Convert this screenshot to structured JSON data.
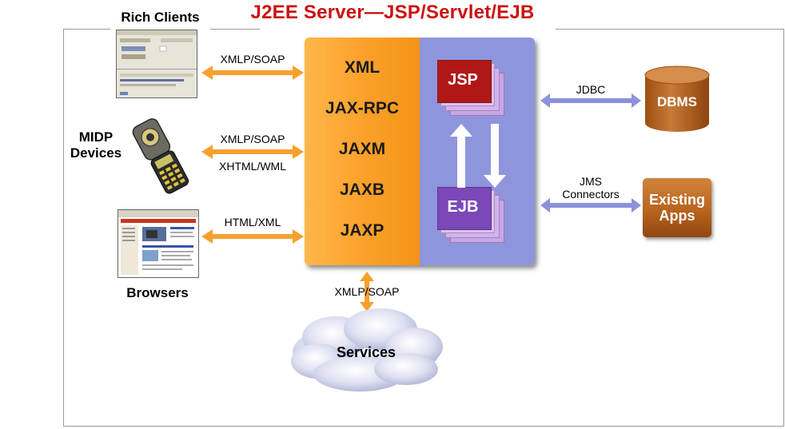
{
  "title": "J2EE Server—JSP/Servlet/EJB",
  "clients": {
    "rich_clients": "Rich Clients",
    "midp_line1": "MIDP",
    "midp_line2": "Devices",
    "browsers": "Browsers"
  },
  "protocols": {
    "rich": "XMLP/SOAP",
    "midp_top": "XMLP/SOAP",
    "midp_bottom": "XHTML/WML",
    "browser": "HTML/XML",
    "services": "XMLP/SOAP",
    "jdbc": "JDBC",
    "jms_line1": "JMS",
    "jms_line2": "Connectors"
  },
  "server": {
    "apis": [
      "XML",
      "JAX-RPC",
      "JAXM",
      "JAXB",
      "JAXP"
    ],
    "jsp": "JSP",
    "ejb": "EJB"
  },
  "backends": {
    "dbms": "DBMS",
    "existing_line1": "Existing",
    "existing_line2": "Apps"
  },
  "services": "Services",
  "colors": {
    "title": "#cc1111",
    "orange_arrow": "#f7a02e",
    "blue_arrow": "#8c91dc",
    "server_orange": "#fba12b",
    "server_blue": "#8f95dd",
    "jsp_red": "#b01818",
    "ejb_purple": "#7a48b8",
    "backend_brown": "#b5611c"
  }
}
